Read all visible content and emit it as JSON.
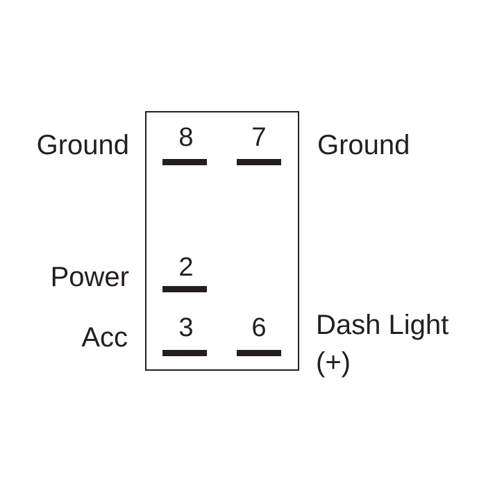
{
  "pins": {
    "p8": {
      "number": "8",
      "label": "Ground"
    },
    "p7": {
      "number": "7",
      "label": "Ground"
    },
    "p2": {
      "number": "2",
      "label": "Power"
    },
    "p3": {
      "number": "3",
      "label": "Acc"
    },
    "p6": {
      "number": "6",
      "label_line1": "Dash Light",
      "label_line2": "(+)"
    }
  }
}
